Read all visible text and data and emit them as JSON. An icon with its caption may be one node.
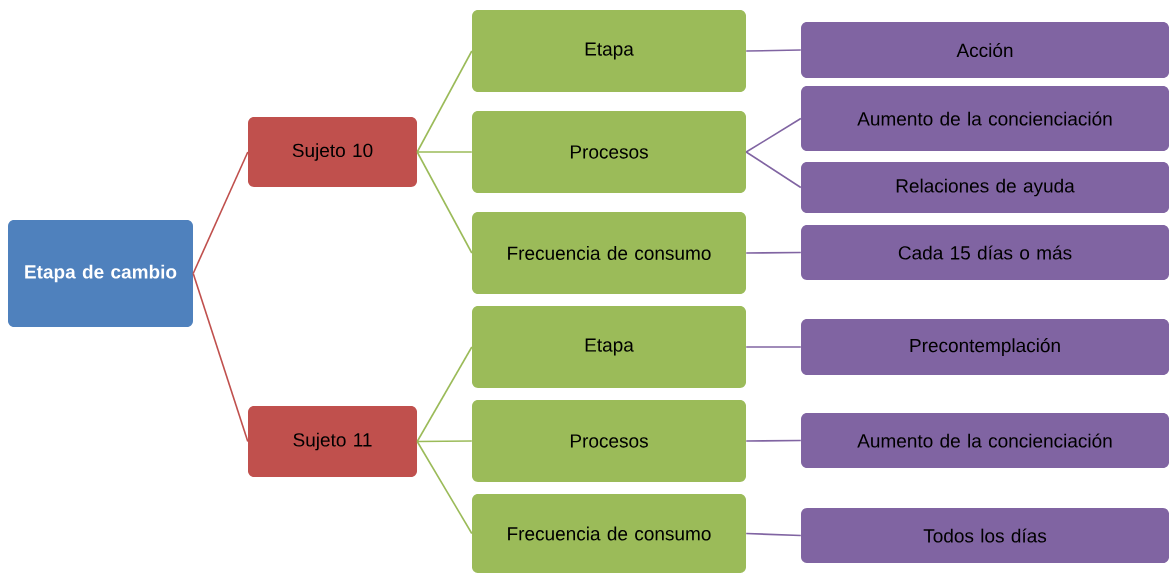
{
  "diagram": {
    "nodes": [
      {
        "text": [
          "Etapa de cambio"
        ]
      },
      {
        "text": [
          "Sujeto 10"
        ]
      },
      {
        "text": [
          "Etapa"
        ]
      },
      {
        "text": [
          "Procesos"
        ]
      },
      {
        "text": [
          "Frecuencia de consumo"
        ]
      },
      {
        "text": [
          "Acción"
        ]
      },
      {
        "text": [
          "Aumento de la concienciación"
        ]
      },
      {
        "text": [
          "Relaciones de ayuda"
        ]
      },
      {
        "text": [
          "Cada 15 días o más"
        ]
      },
      {
        "text": [
          "Sujeto 11"
        ]
      },
      {
        "text": [
          "Etapa"
        ]
      },
      {
        "text": [
          "Procesos"
        ]
      },
      {
        "text": [
          "Frecuencia de consumo"
        ]
      },
      {
        "text": [
          "Precontemplación"
        ]
      },
      {
        "text": [
          "Aumento de la concienciación"
        ]
      },
      {
        "text": [
          "Todos los días"
        ]
      }
    ],
    "edges": [
      {
        "from": 0,
        "to": 1,
        "arrow": "none",
        "color": "#c0504d"
      },
      {
        "from": 0,
        "to": 9,
        "arrow": "none",
        "color": "#c0504d"
      },
      {
        "from": 1,
        "to": 2,
        "arrow": "none",
        "color": "#9bbb59"
      },
      {
        "from": 1,
        "to": 3,
        "arrow": "none",
        "color": "#9bbb59"
      },
      {
        "from": 1,
        "to": 4,
        "arrow": "none",
        "color": "#9bbb59"
      },
      {
        "from": 9,
        "to": 10,
        "arrow": "none",
        "color": "#9bbb59"
      },
      {
        "from": 9,
        "to": 11,
        "arrow": "none",
        "color": "#9bbb59"
      },
      {
        "from": 9,
        "to": 12,
        "arrow": "none",
        "color": "#9bbb59"
      },
      {
        "from": 2,
        "to": 5,
        "arrow": "none"
      },
      {
        "from": 3,
        "to": 6,
        "arrow": "none"
      },
      {
        "from": 3,
        "to": 7,
        "arrow": "none"
      },
      {
        "from": 4,
        "to": 8,
        "arrow": "none"
      },
      {
        "from": 10,
        "to": 13,
        "arrow": "none"
      },
      {
        "from": 11,
        "to": 14,
        "arrow": "none"
      },
      {
        "from": 12,
        "to": 15,
        "arrow": "none"
      }
    ]
  }
}
